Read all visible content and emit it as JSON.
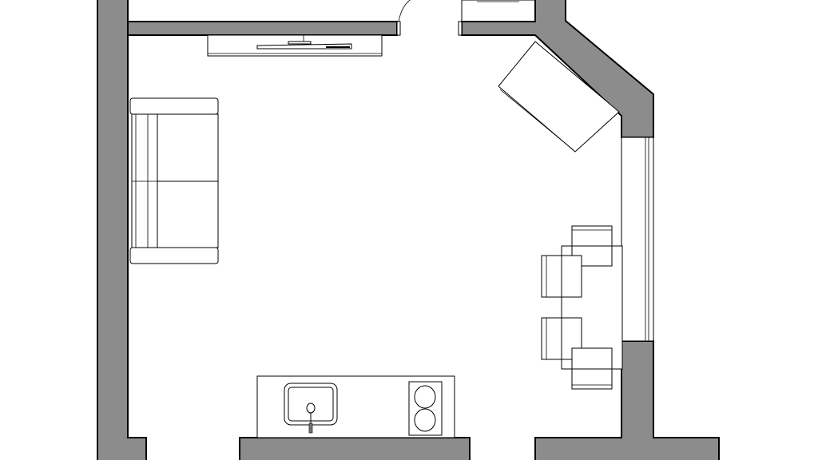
{
  "plan": {
    "type": "floor-plan",
    "rooms": [
      "living-room",
      "kitchen",
      "dining-area"
    ],
    "colors": {
      "wall_fill": "#8c8c8c",
      "wall_outline": "#000000",
      "background": "#ffffff"
    }
  }
}
